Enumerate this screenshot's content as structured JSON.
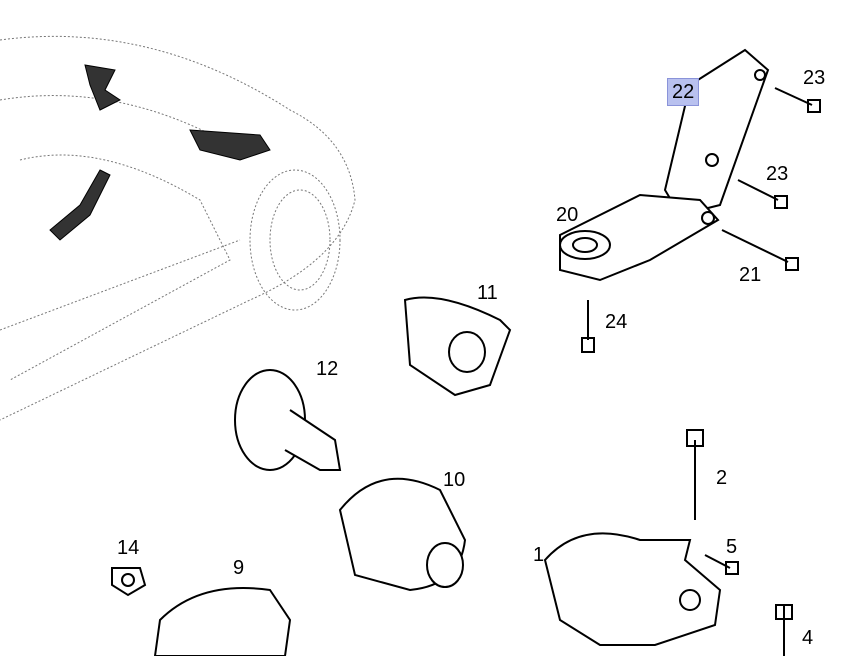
{
  "diagram": {
    "highlight_color": "#b9c1ef",
    "callouts": [
      {
        "id": "22",
        "label": "22",
        "highlighted": true
      },
      {
        "id": "23a",
        "label": "23"
      },
      {
        "id": "23b",
        "label": "23"
      },
      {
        "id": "20",
        "label": "20"
      },
      {
        "id": "21",
        "label": "21"
      },
      {
        "id": "24",
        "label": "24"
      },
      {
        "id": "11",
        "label": "11"
      },
      {
        "id": "12",
        "label": "12"
      },
      {
        "id": "10",
        "label": "10"
      },
      {
        "id": "2",
        "label": "2"
      },
      {
        "id": "5",
        "label": "5"
      },
      {
        "id": "1",
        "label": "1"
      },
      {
        "id": "14",
        "label": "14"
      },
      {
        "id": "9",
        "label": "9"
      },
      {
        "id": "4",
        "label": "4"
      }
    ]
  }
}
